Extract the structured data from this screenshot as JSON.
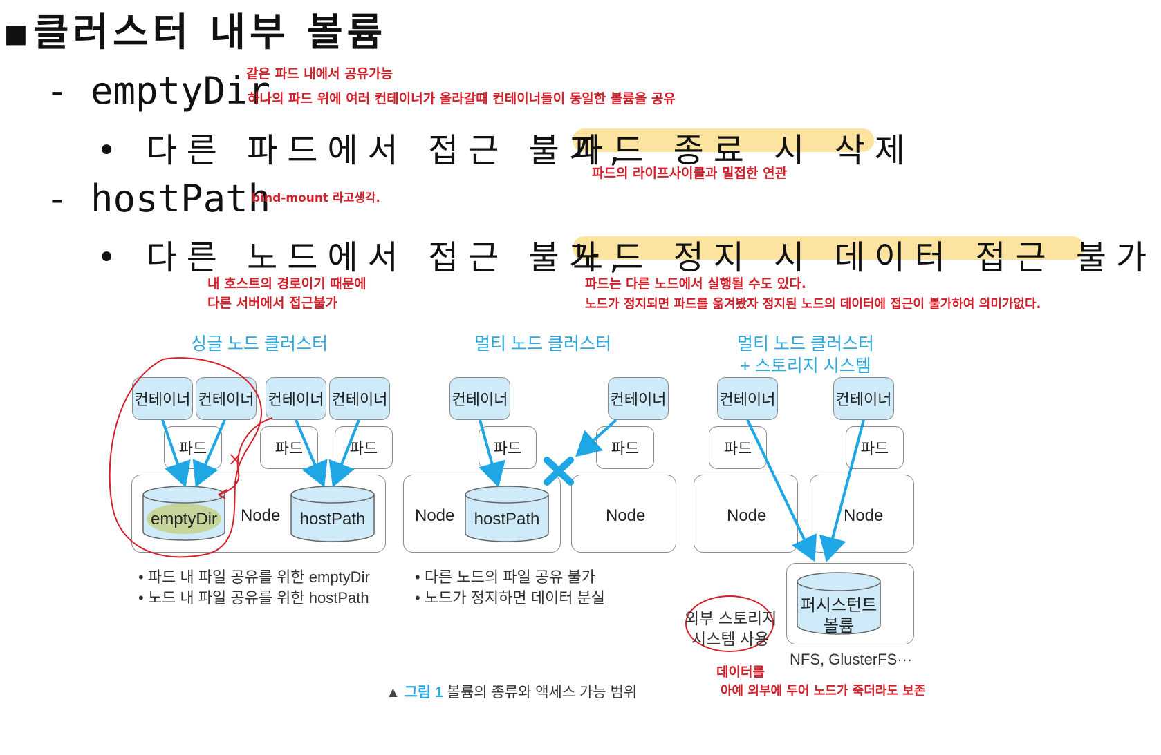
{
  "slide": {
    "title": "▪클러스터 내부 볼륨",
    "empty_dir_label": "- emptyDir",
    "empty_dir_bullet_main": "• 다른 파드에서 접근 불가,",
    "empty_dir_bullet_highlight": "파드 종료 시 삭제",
    "host_path_label": "- hostPath",
    "host_path_bullet_main": "• 다른 노드에서 접근 불가,",
    "host_path_bullet_highlight": "노드 정지 시 데이터 접근 불가"
  },
  "notes": {
    "empty_dir_1": "같은 파드 내에서 공유가능",
    "empty_dir_2": "하나의 파드 위에 여러 컨테이너가 올라갈때 컨테이너들이 동일한 볼륨을 공유",
    "empty_dir_lifecycle": "파드의 라이프사이클과 밀접한 연관",
    "host_path_bind": "bind-mount 라고생각.",
    "host_path_left_1": "내 호스트의 경로이기 때문에",
    "host_path_left_2": "다른 서버에서 접근불가",
    "host_path_right_1": "파드는 다른 노드에서 실행될 수도 있다.",
    "host_path_right_2": "노드가 정지되면 파드를 옮겨봤자 정지된 노드의 데이터에 접근이 불가하여 의미가없다.",
    "external_1": "데이터를",
    "external_2": "아예 외부에 두어 노드가 죽더라도 보존"
  },
  "diagram": {
    "cap_single": "싱글 노드 클러스터",
    "cap_multi": "멀티 노드 클러스터",
    "cap_multi_storage_1": "멀티 노드 클러스터",
    "cap_multi_storage_2": "+ 스토리지 시스템",
    "container": "컨테이너",
    "pod": "파드",
    "node": "Node",
    "empty_dir": "emptyDir",
    "host_path": "hostPath",
    "persistent_1": "퍼시스턴트",
    "persistent_2": "볼륨",
    "nfs": "NFS, GlusterFS···",
    "external_1": "외부 스토리지",
    "external_2": "시스템 사용",
    "bullet_single_1": "• 파드 내 파일 공유를 위한 emptyDir",
    "bullet_single_2": "• 노드 내 파일 공유를 위한 hostPath",
    "bullet_multi_1": "• 다른 노드의 파일 공유 불가",
    "bullet_multi_2": "• 노드가 정지하면 데이터 분실",
    "figure_prefix": "▲",
    "figure_number": "그림 1",
    "figure_caption": "볼륨의 종류와 액세스 가능 범위"
  },
  "colors": {
    "highlight": "#fde3a0",
    "annotation_red": "#d4202a",
    "container_fill": "#cfeaf8",
    "arrow_blue": "#1ea7e4",
    "caption_blue": "#2aa8e0",
    "empty_dir_fill": "#c6d69a"
  }
}
